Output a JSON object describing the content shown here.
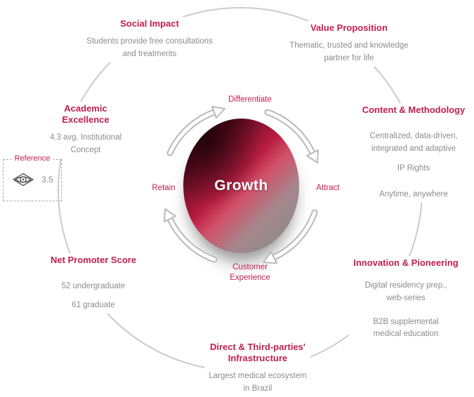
{
  "title": "Growth flywheel diagram",
  "colors": {
    "accent": "#c01e4e",
    "body_text": "#8c8c8c",
    "circle_outline": "#cbcbcb",
    "sphere_gradient": [
      "#1d040c",
      "#b81c41",
      "#8d8d8d"
    ]
  },
  "icons": {
    "cycle_arrows": "curved-arrow-icon",
    "reference": "eye-logo-icon"
  },
  "center": {
    "label": "Growth"
  },
  "cycle": {
    "differentiate": "Differentiate",
    "attract": "Attract",
    "customer_line1": "Customer",
    "customer_line2": "Experience",
    "retain": "Retain"
  },
  "sections": {
    "social_impact": {
      "title": "Social Impact",
      "line1": "Students provide free consultations",
      "line2": "and treatments"
    },
    "value_proposition": {
      "title": "Value Proposition",
      "line1": "Thematic, trusted and knowledge",
      "line2": "partner for life"
    },
    "academic_excellence": {
      "title_line1": "Academic",
      "title_line2": "Excellence",
      "line1": "4.3 avg. Institutional",
      "line2": "Concept"
    },
    "content_methodology": {
      "title": "Content & Methodology",
      "line1": "Centralized,  data-driven,",
      "line2": "integrated and adaptive",
      "line3": "IP Rights",
      "line4": "Anytime, anywhere"
    },
    "net_promoter_score": {
      "title": "Net Promoter Score",
      "line1": "52  undergraduate",
      "line2": "61  graduate"
    },
    "innovation_pioneering": {
      "title": "Innovation & Pioneering",
      "line1": "Digital residency prep.,",
      "line2": "web-series",
      "line3": "B2B supplemental",
      "line4": "medical education"
    },
    "infrastructure": {
      "title_line1": "Direct & Third-parties'",
      "title_line2": "Infrastructure",
      "line1": "Largest medical ecosystem",
      "line2": "in Brazil"
    }
  },
  "reference": {
    "label": "Reference",
    "value": "3.5"
  }
}
